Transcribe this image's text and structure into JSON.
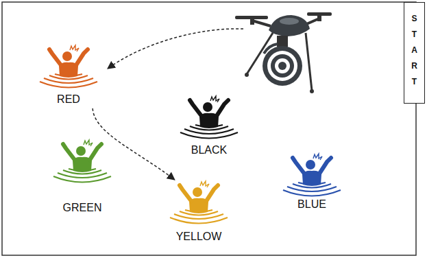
{
  "diagram": {
    "nodes": [
      {
        "text": [
          "RED"
        ]
      },
      {
        "text": [
          "START"
        ]
      },
      {
        "text": [
          "BLACK"
        ]
      },
      {
        "text": [
          "GREEN"
        ]
      },
      {
        "text": [
          "BLUE"
        ]
      },
      {
        "text": [
          "YELLOW"
        ]
      }
    ],
    "edges": [
      {
        "from": 0,
        "to": 5,
        "arrow": "to"
      }
    ]
  }
}
